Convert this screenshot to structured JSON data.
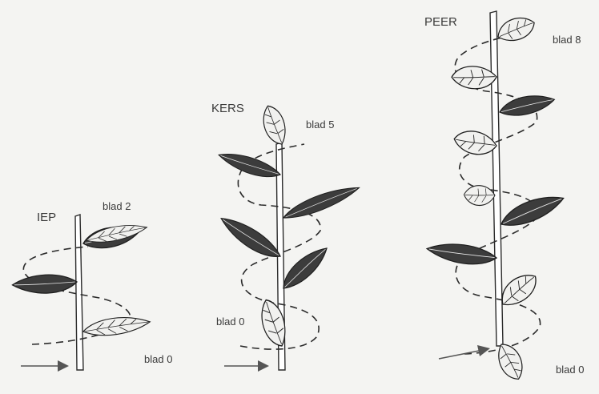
{
  "plants": [
    {
      "id": "iep",
      "name": "IEP",
      "top_leaf_label": "blad 2",
      "bottom_leaf_label": "blad 0"
    },
    {
      "id": "kers",
      "name": "KERS",
      "top_leaf_label": "blad 5",
      "bottom_leaf_label": "blad 0"
    },
    {
      "id": "peer",
      "name": "PEER",
      "top_leaf_label": "blad 8",
      "bottom_leaf_label": "blad 0"
    }
  ]
}
